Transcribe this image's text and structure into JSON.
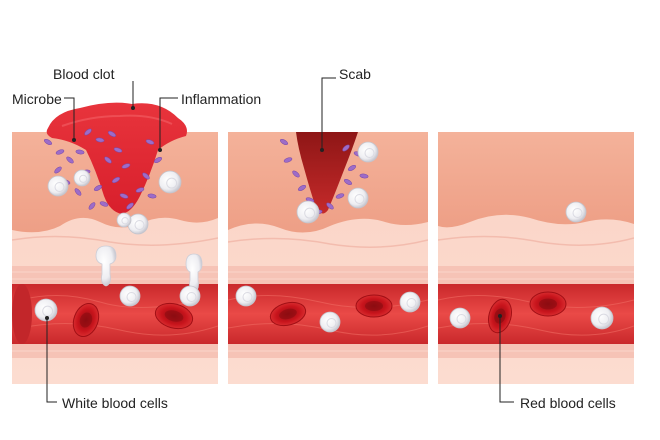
{
  "labels": {
    "blood_clot": "Blood clot",
    "microbe": "Microbe",
    "inflammation": "Inflammation",
    "scab": "Scab",
    "white_blood_cells": "White blood cells",
    "red_blood_cells": "Red blood cells"
  },
  "colors": {
    "epidermis": "#f2a98f",
    "dermis": "#fbd3c6",
    "vessel_wall": "#f6c3b6",
    "vessel_lumen": "#e2413f",
    "blood_clot": "#e8343c",
    "scab": "#9c1b1b",
    "microbe": "#9d6cc8",
    "white_cell": "#f4f4f6",
    "red_cell": "#c8141c"
  }
}
